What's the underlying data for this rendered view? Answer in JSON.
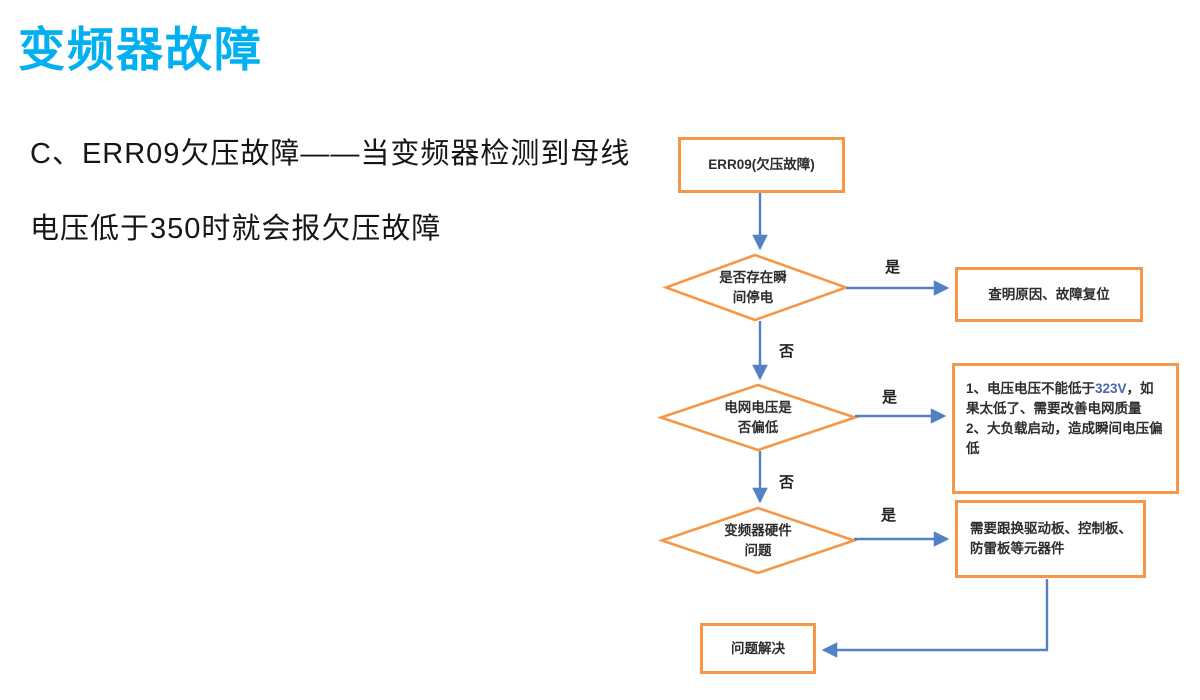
{
  "page": {
    "title": "变频器故障"
  },
  "description": {
    "line1": "C、ERR09欠压故障——当变频器检测到母线",
    "line2": "电压低于350时就会报欠压故障"
  },
  "flowchart": {
    "start_box": "ERR09(欠压故障)",
    "decision1": "是否存在瞬\n间停电",
    "decision2": "电网电压是\n否偏低",
    "decision3": "变频器硬件\n问题",
    "result1": "查明原因、故障复位",
    "result2": {
      "item1_prefix": "1、电压电压不能低于",
      "item1_highlight": "323V",
      "item1_suffix": "，如果太低了、需要改善电网质量",
      "item2": "2、大负载启动，造成瞬间电压偏低"
    },
    "result3": "需要跟换驱动板、控制板、\n防雷板等元器件",
    "end_box": "问题解决",
    "yes_label": "是",
    "no_label": "否"
  },
  "colors": {
    "title": "#00B0F0",
    "shape_border": "#F79646",
    "connector": "#5282C4",
    "text": "#2D2D2D",
    "highlight_323v": "#4A64AD"
  }
}
